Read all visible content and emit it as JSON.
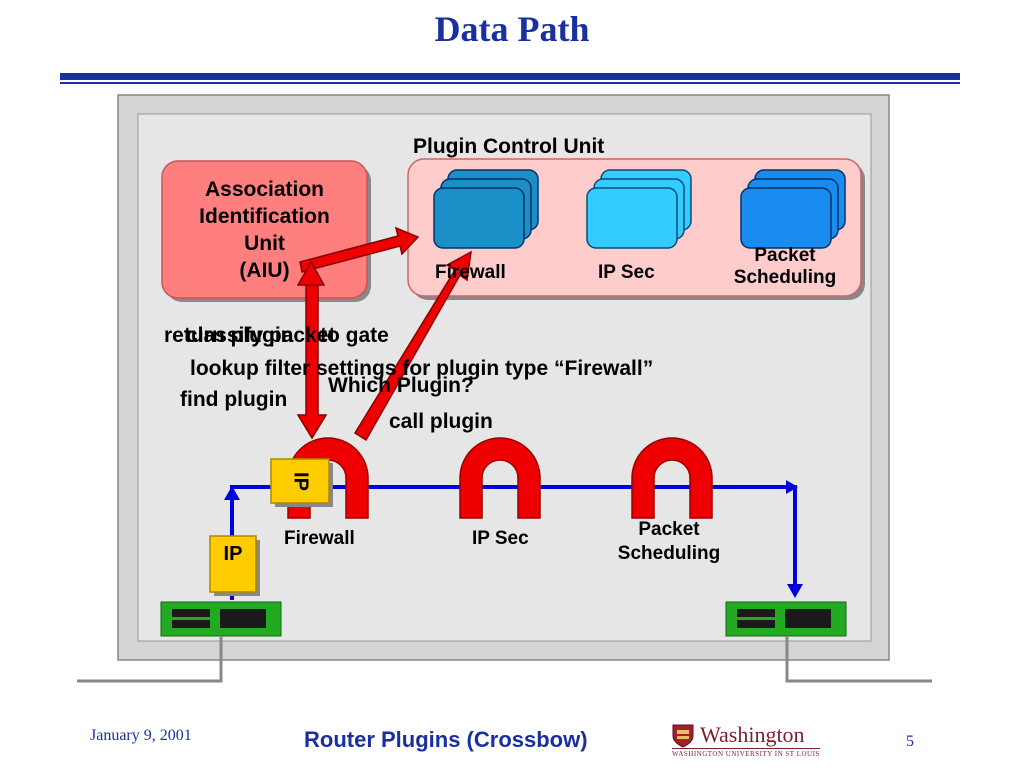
{
  "slide": {
    "title": "Data Path"
  },
  "control_plane": {
    "pcu_label": "Plugin Control Unit",
    "aiu_label_lines": [
      "Association",
      "Identification",
      "Unit",
      "(AIU)"
    ],
    "plugins": [
      {
        "label": "Firewall",
        "color": "#1a8fc8"
      },
      {
        "label": "IP Sec",
        "color": "#33ccff"
      },
      {
        "label": "Packet Scheduling",
        "color": "#1a8cf0"
      }
    ]
  },
  "annotations": {
    "return_plugin": "return plugin",
    "classify_packet": "classify packet",
    "to_gate": "to gate",
    "lookup_filter": "lookup filter settings for plugin type “Firewall”",
    "which_plugin": "Which Plugin?",
    "find_plugin": "find plugin",
    "call_plugin": "call plugin"
  },
  "data_plane": {
    "gates": [
      {
        "label": "Firewall"
      },
      {
        "label": "IP Sec"
      },
      {
        "label": "Packet Scheduling"
      }
    ],
    "packet_label": "IP",
    "packet_on_gate_label": "IP"
  },
  "colors": {
    "title_blue": "#1a2fa0",
    "aiu_red": "#ff7f7f",
    "pcu_pink": "#ffcccc",
    "gate_red": "#ee0000",
    "path_blue": "#0000dd",
    "packet_yellow": "#ffcc00",
    "nic_green": "#22aa22"
  },
  "footer": {
    "date": "January 9, 2001",
    "title": "Router Plugins (Crossbow)",
    "logo_text": "Washington",
    "logo_subtext": "WASHINGTON UNIVERSITY IN ST LOUIS",
    "page_number": "5"
  }
}
